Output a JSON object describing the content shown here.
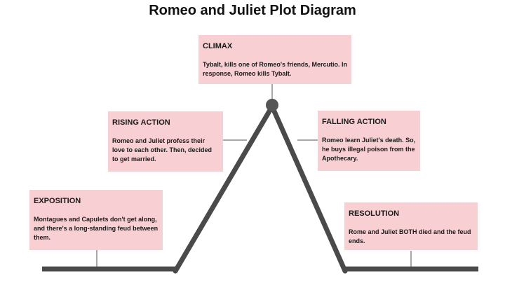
{
  "title": "Romeo and Juliet Plot Diagram",
  "colors": {
    "box_fill": "#f8cfd3",
    "line": "#4a4a4a",
    "connector": "#8a8a8a",
    "peak_dot": "#555555"
  },
  "stages": {
    "climax": {
      "heading": "CLIMAX",
      "text": "Tybalt, kills one of Romeo's friends, Mercutio. In response, Romeo kills Tybalt."
    },
    "rising_action": {
      "heading": "RISING ACTION",
      "text": "Romeo and Juliet profess their love to each other. Then, decided to get married."
    },
    "falling_action": {
      "heading": "FALLING ACTION",
      "text": "Romeo learn Juliet's death. So, he buys illegal poison from the Apothecary."
    },
    "exposition": {
      "heading": "EXPOSITION",
      "text": "Montagues and Capulets don't get along, and there's a long-standing feud between them."
    },
    "resolution": {
      "heading": "RESOLUTION",
      "text": "Rome and Juliet BOTH died and the feud ends."
    }
  }
}
